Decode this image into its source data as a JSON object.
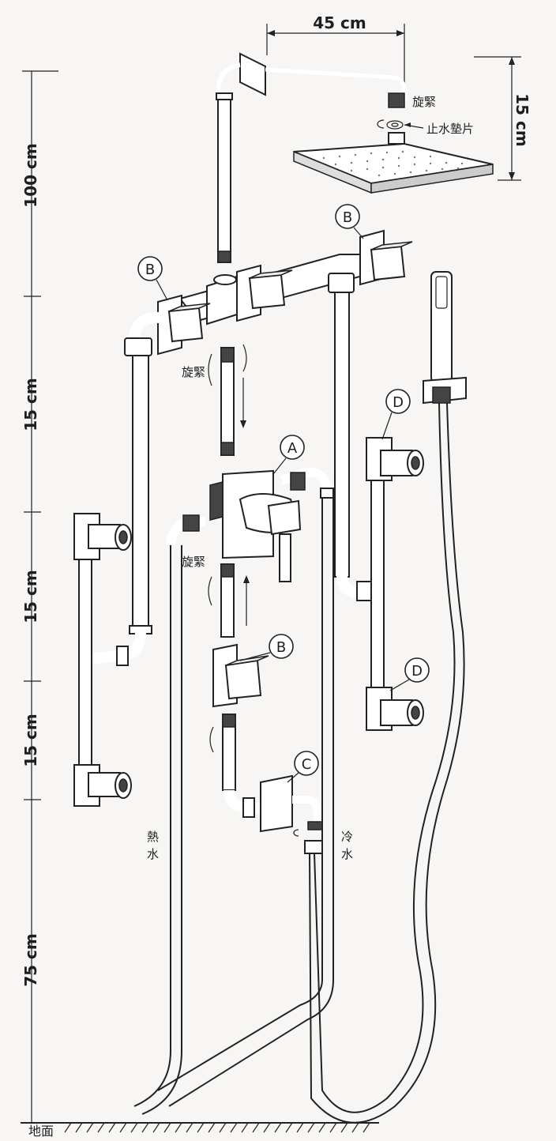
{
  "dimensions": {
    "head_width": "45 cm",
    "head_height": "15 cm",
    "left_scale": [
      "100 cm",
      "15 cm",
      "15 cm",
      "15 cm",
      "75 cm"
    ]
  },
  "labels": {
    "tighten_top": "旋緊",
    "washer": "止水墊片",
    "tighten_mid": "旋緊",
    "tighten_low": "旋緊",
    "hot_water": [
      "熱",
      "水"
    ],
    "cold_water": [
      "冷",
      "水"
    ],
    "ground": "地面"
  },
  "callouts": {
    "A": "A",
    "B": "B",
    "C": "C",
    "D": "D"
  }
}
